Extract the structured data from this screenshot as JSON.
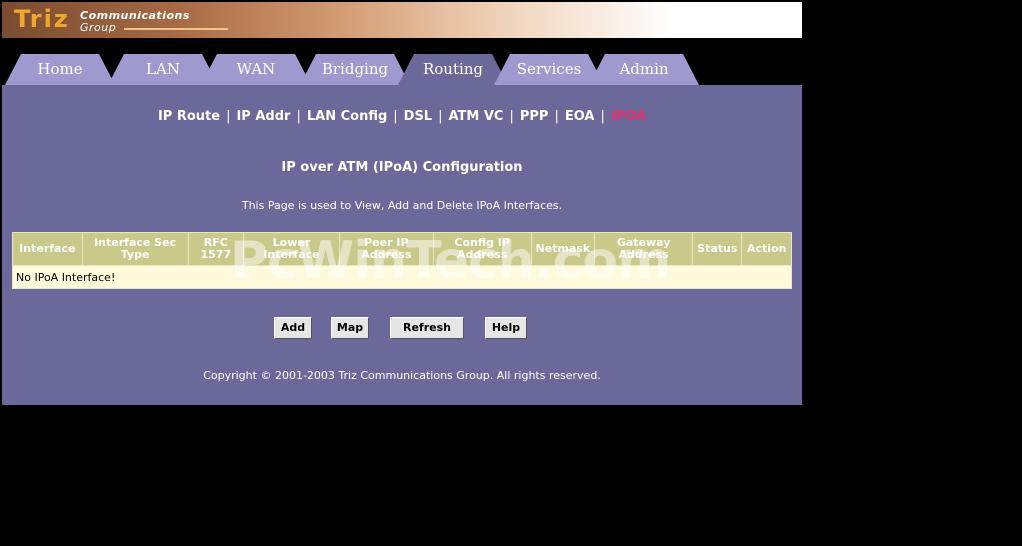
{
  "header": {
    "logo_main": "Triz",
    "logo_line1": "Communications",
    "logo_line2": "Group"
  },
  "tabs": [
    {
      "label": "Home",
      "active": false
    },
    {
      "label": "LAN",
      "active": false
    },
    {
      "label": "WAN",
      "active": false
    },
    {
      "label": "Bridging",
      "active": false
    },
    {
      "label": "Routing",
      "active": true
    },
    {
      "label": "Services",
      "active": false
    },
    {
      "label": "Admin",
      "active": false
    }
  ],
  "subnav": {
    "items": [
      "IP Route",
      "IP Addr",
      "LAN Config",
      "DSL",
      "ATM VC",
      "PPP",
      "EOA",
      "IPOA"
    ],
    "current": "IPOA",
    "separator": "|"
  },
  "page": {
    "title": "IP over ATM (IPoA) Configuration",
    "description": "This Page is used to View, Add and Delete IPoA Interfaces."
  },
  "table": {
    "columns": [
      "Interface",
      "Interface Sec Type",
      "RFC 1577",
      "Lower Interface",
      "Peer IP Address",
      "Config IP Address",
      "Netmask",
      "Gateway Address",
      "Status",
      "Action"
    ],
    "empty_message": "No IPoA Interface!"
  },
  "buttons": {
    "add": "Add",
    "map": "Map",
    "refresh": "Refresh",
    "help": "Help"
  },
  "footer": {
    "copyright": "Copyright © 2001-2003 Triz Communications Group. All rights reserved."
  },
  "watermark": "PcWinTech.com",
  "colors": {
    "content_bg": "#6b689a",
    "tab_bg": "#9e9ad0",
    "table_header_bg": "#c9c98a",
    "table_row_bg": "#fffadc",
    "current_link": "#e8316c",
    "logo": "#f0a828"
  }
}
